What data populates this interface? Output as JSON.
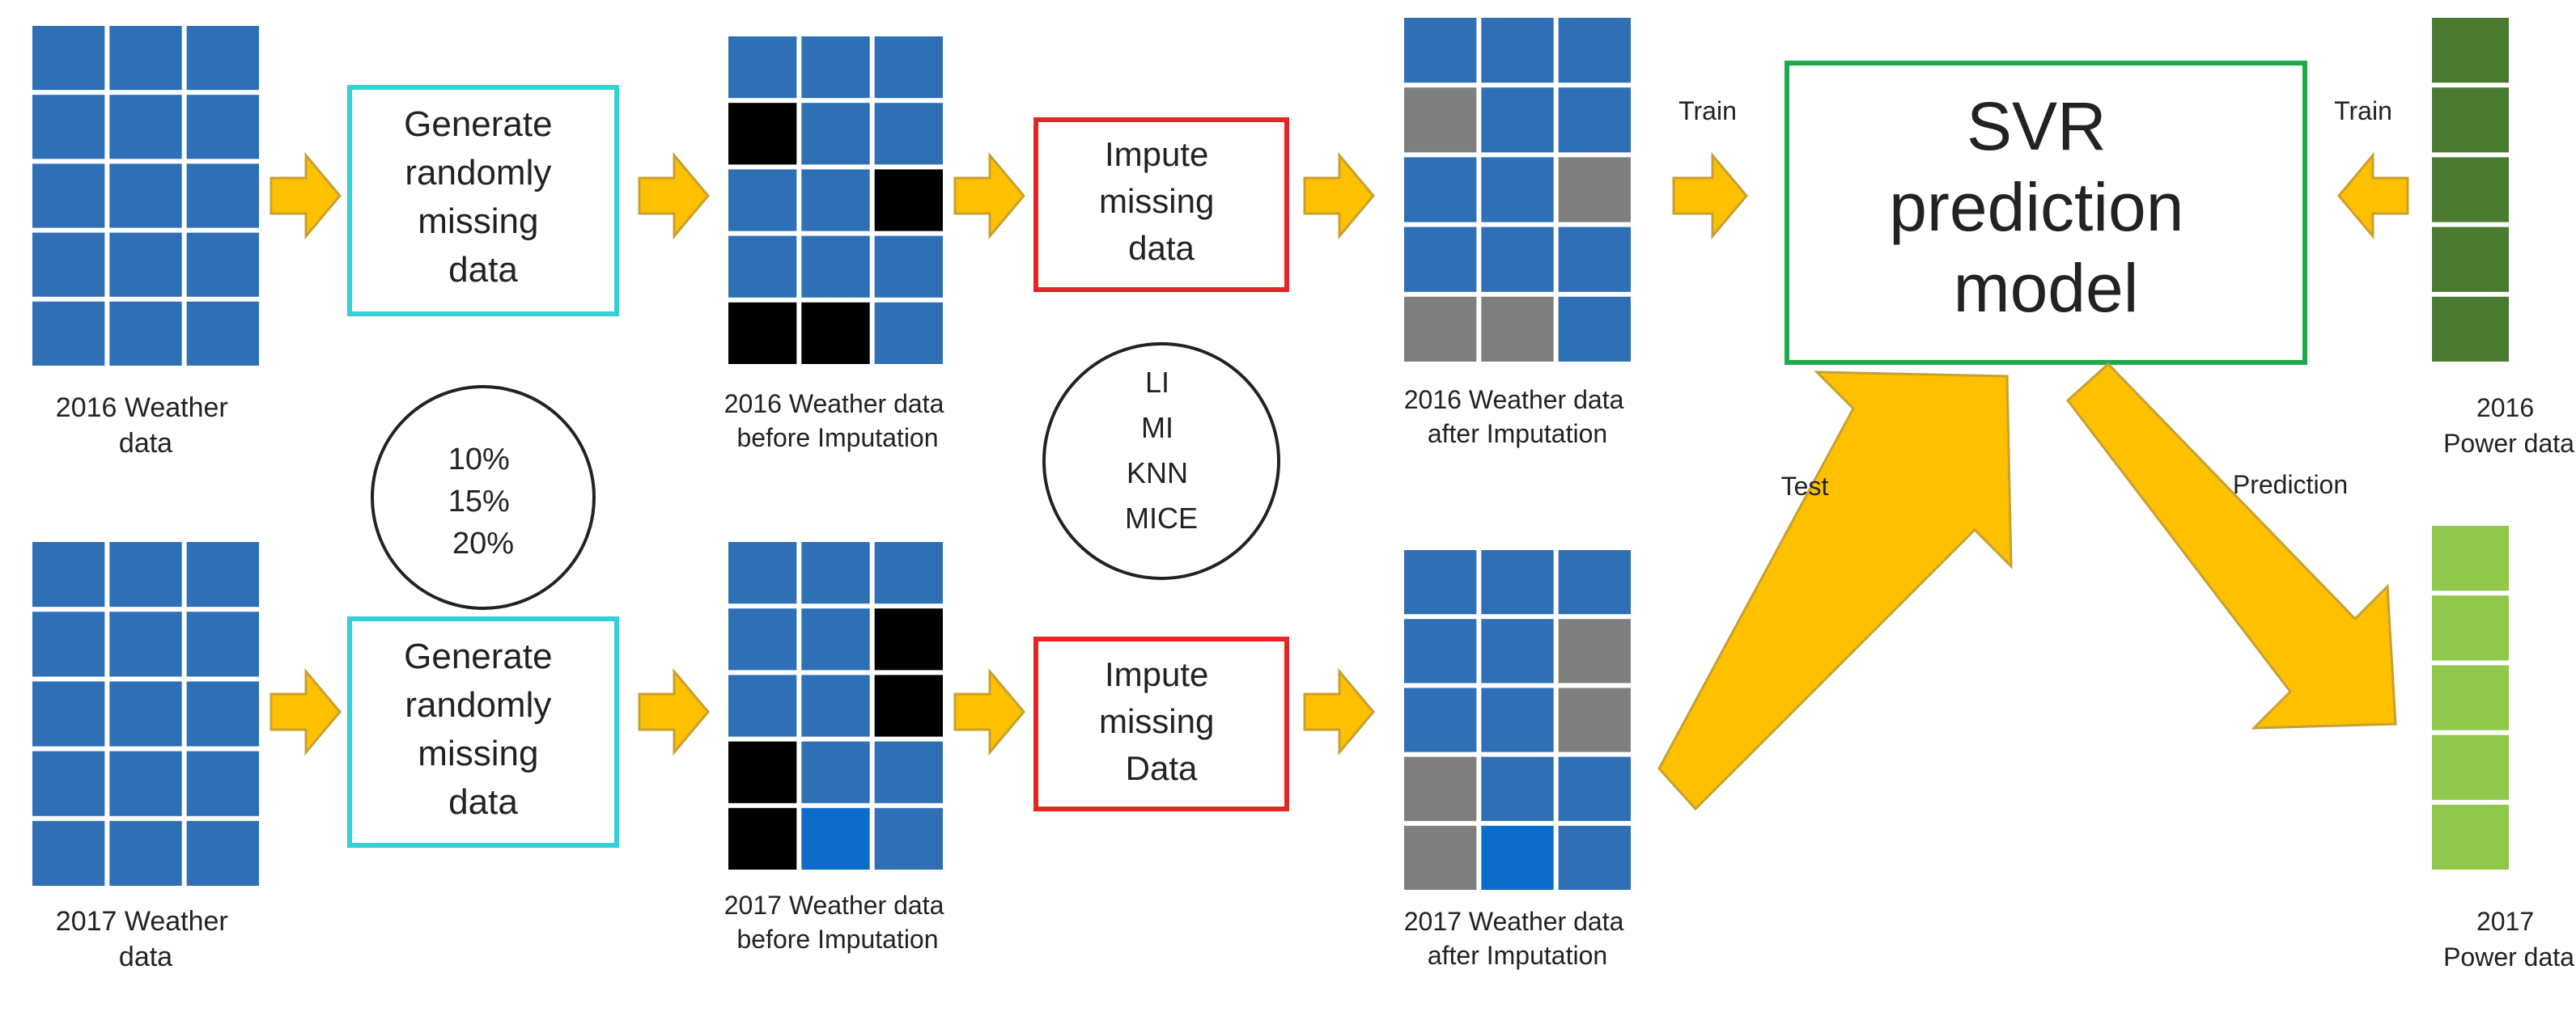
{
  "colors": {
    "weather_cell": "#2e6fb6",
    "weather_cell_alt": "#0b6cc9",
    "missing_cell": "#000000",
    "imputed_cell": "#7f7f7f",
    "power_2016": "#4a7a2f",
    "power_2017": "#8fc84a",
    "arrow_fill": "#ffc000",
    "arrow_stroke": "#c8a030",
    "generate_box_border": "#33d0d8",
    "impute_box_border": "#e52525",
    "svr_box_border": "#1faa4a"
  },
  "weather_2016_label": [
    "2016 Weather",
    "data"
  ],
  "weather_2017_label": [
    "2017 Weather",
    "data"
  ],
  "generate_box_2016": [
    "Generate",
    "randomly",
    "missing",
    "data"
  ],
  "generate_box_2017": [
    "Generate",
    "randomly",
    "missing",
    "data"
  ],
  "missing_rates": [
    "10%",
    "15%",
    "20%"
  ],
  "before_2016_label": [
    "2016 Weather data",
    "before Imputation"
  ],
  "before_2017_label": [
    "2017 Weather data",
    "before Imputation"
  ],
  "impute_box_2016": [
    "Impute",
    "missing",
    "data"
  ],
  "impute_box_2017": [
    "Impute",
    "missing",
    "Data"
  ],
  "methods": [
    "LI",
    "MI",
    "KNN",
    "MICE"
  ],
  "after_2016_label": [
    "2016 Weather data",
    "after Imputation"
  ],
  "after_2017_label": [
    "2017 Weather data",
    "after Imputation"
  ],
  "svr_box": [
    "SVR",
    "prediction",
    "model"
  ],
  "edge_labels": {
    "train_left": "Train",
    "train_right": "Train",
    "test": "Test",
    "prediction": "Prediction"
  },
  "power_2016_label": [
    "2016",
    "Power data"
  ],
  "power_2017_label": [
    "2017",
    "Power data"
  ],
  "grids": {
    "before_2016": [
      [
        "w",
        "w",
        "w"
      ],
      [
        "m",
        "w",
        "w"
      ],
      [
        "w",
        "w",
        "m"
      ],
      [
        "w",
        "w",
        "w"
      ],
      [
        "m",
        "m",
        "w"
      ]
    ],
    "after_2016": [
      [
        "w",
        "w",
        "w"
      ],
      [
        "i",
        "w",
        "w"
      ],
      [
        "w",
        "w",
        "i"
      ],
      [
        "w",
        "w",
        "w"
      ],
      [
        "i",
        "i",
        "w"
      ]
    ],
    "before_2017": [
      [
        "w",
        "w",
        "w"
      ],
      [
        "w",
        "w",
        "m"
      ],
      [
        "w",
        "w",
        "m"
      ],
      [
        "m",
        "w",
        "w"
      ],
      [
        "m",
        "a",
        "w"
      ]
    ],
    "after_2017": [
      [
        "w",
        "w",
        "w"
      ],
      [
        "w",
        "w",
        "i"
      ],
      [
        "w",
        "w",
        "i"
      ],
      [
        "i",
        "w",
        "w"
      ],
      [
        "i",
        "a",
        "w"
      ]
    ]
  }
}
